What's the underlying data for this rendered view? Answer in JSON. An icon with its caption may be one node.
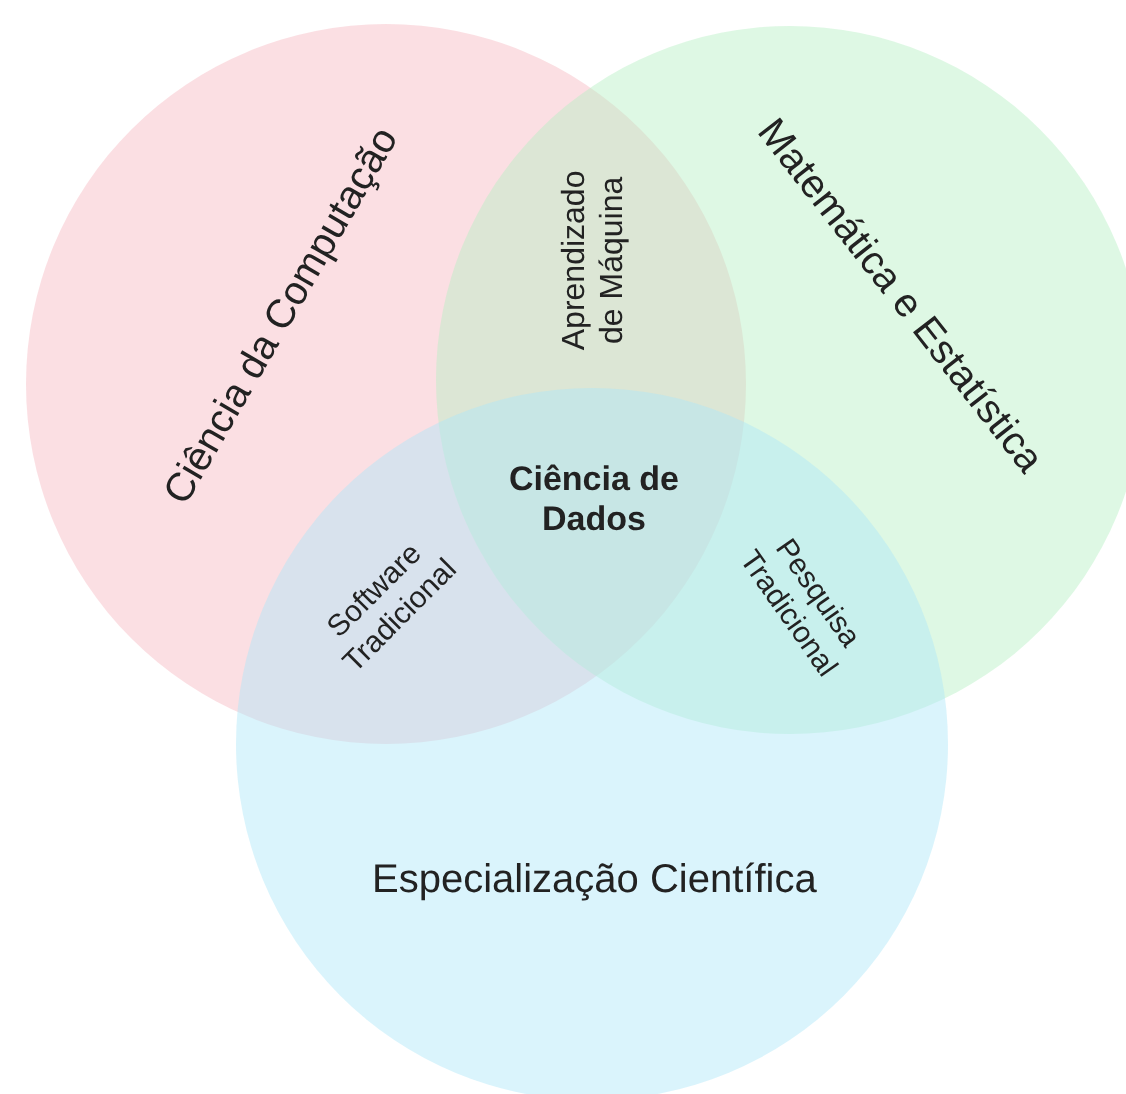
{
  "diagram": {
    "nodes": [
      {
        "text": [
          "Ciência da Computação"
        ]
      },
      {
        "text": [
          "Matemática e Estatística"
        ]
      },
      {
        "text": [
          "Especialização Científica"
        ]
      }
    ],
    "edges": [],
    "labels": [
      "Aprendizado de Máquina",
      "Ciência de Dados",
      "Software Tradicional",
      "Pesquisa Tradicional"
    ]
  }
}
